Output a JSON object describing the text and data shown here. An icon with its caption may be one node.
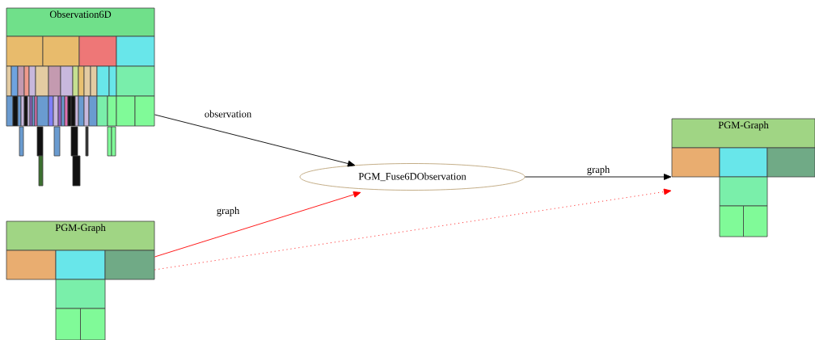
{
  "diagram": {
    "nodes": [
      {
        "text": [
          "Observation6D"
        ]
      },
      {
        "text": [
          "PGM-Graph"
        ]
      },
      {
        "text": [
          "PGM_Fuse6DObservation"
        ]
      },
      {
        "text": [
          "PGM-Graph"
        ]
      }
    ],
    "edges": [
      {
        "from": 0,
        "to": 2,
        "arrow": "to",
        "label": "observation"
      },
      {
        "from": 1,
        "to": 2,
        "arrow": "to",
        "label": "graph",
        "color": "#ff0000"
      },
      {
        "from": 2,
        "to": 3,
        "arrow": "to",
        "label": "graph"
      },
      {
        "from": 1,
        "to": 3,
        "arrow": "to",
        "style": "dashed",
        "color": "#ff0000"
      }
    ]
  }
}
